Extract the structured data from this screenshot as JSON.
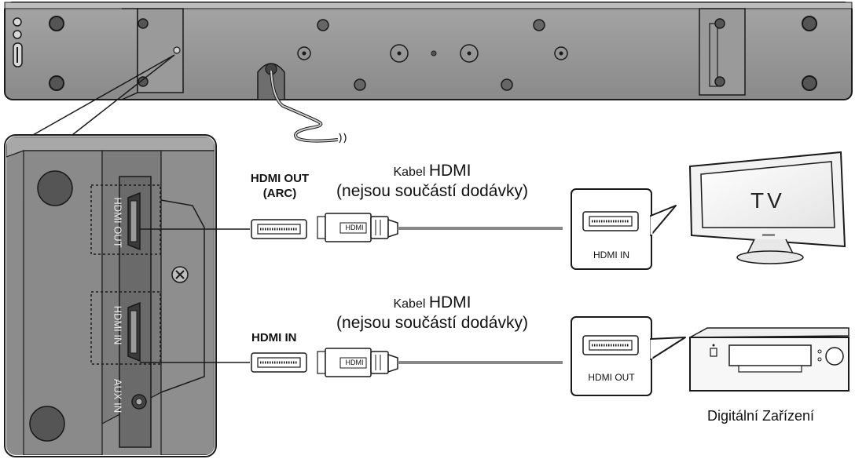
{
  "soundbar_labels": {
    "hdmi_out": "HDMI OUT",
    "hdmi_in": "HDMI IN",
    "aux_in": "AUX IN"
  },
  "connections": [
    {
      "port_label_line1": "HDMI OUT",
      "port_label_line2": "(ARC)",
      "cable_prefix": "Kabel",
      "cable_name": "HDMI",
      "cable_note": "(nejsou součástí dodávky)",
      "plug_text": "HDMI",
      "device_port_label": "HDMI  IN",
      "device_screen_text": "TV"
    },
    {
      "port_label_line1": "HDMI IN",
      "cable_prefix": "Kabel",
      "cable_name": "HDMI",
      "cable_note": "(nejsou součástí dodávky)",
      "plug_text": "HDMI",
      "device_port_label": "HDMI OUT",
      "device_caption": "Digitální Zařízení"
    }
  ],
  "colors": {
    "body_gray": "#8c8c8c",
    "panel_gray": "#7a7a7a",
    "outline": "#1a1a1a",
    "cable_gray": "#888888"
  }
}
